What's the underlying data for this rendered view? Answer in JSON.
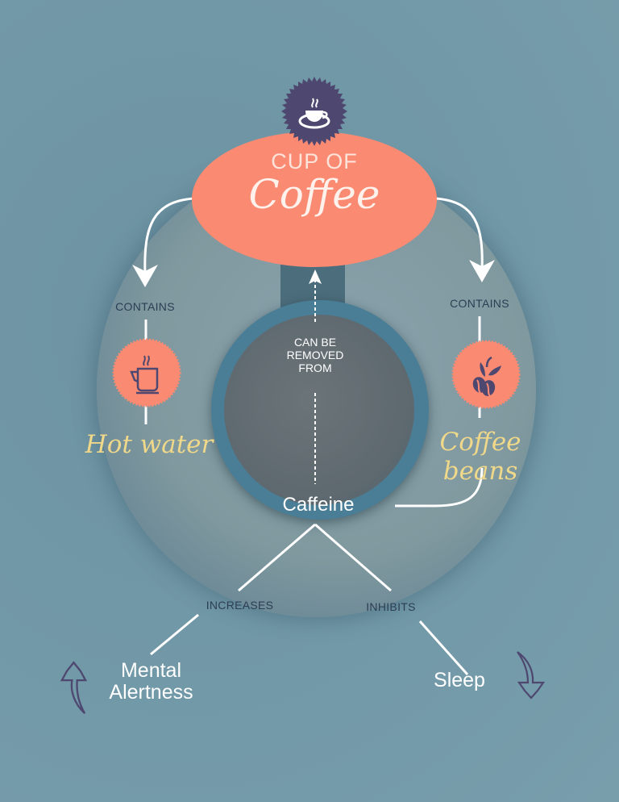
{
  "title": {
    "line1": "CUP OF",
    "line2": "Coffee",
    "icon": "coffee-cup-icon"
  },
  "colors": {
    "background": "#7196a6",
    "accent_coral": "#fa8a72",
    "badge_dark": "#4e4870",
    "script_yellow": "#f0d88a",
    "label_dark": "#2c3e54",
    "line_white": "#ffffff"
  },
  "left_branch": {
    "relation": "CONTAINS",
    "icon": "hot-mug-icon",
    "item": "Hot water"
  },
  "right_branch": {
    "relation": "CONTAINS",
    "icon": "coffee-beans-icon",
    "item": "Coffee beans"
  },
  "center": {
    "relation_line1": "CAN BE",
    "relation_line2": "REMOVED",
    "relation_line3": "FROM",
    "item": "Caffeine"
  },
  "effects": {
    "left": {
      "relation": "INCREASES",
      "line1": "Mental",
      "line2": "Alertness",
      "icon": "arrow-up-icon"
    },
    "right": {
      "relation": "INHIBITS",
      "line1": "Sleep",
      "icon": "arrow-down-icon"
    }
  }
}
